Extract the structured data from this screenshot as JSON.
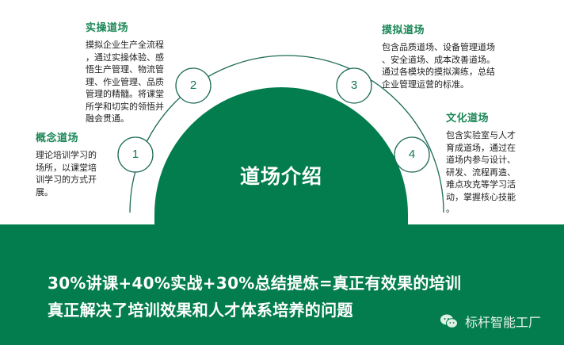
{
  "diagram": {
    "center_title": "道场介绍",
    "nodes": [
      {
        "num": "1",
        "title": "概念道场",
        "body": "理论培训学习的\n场所，以课堂培\n训学习的方式开\n展。"
      },
      {
        "num": "2",
        "title": "实操道场",
        "body": "摸拟企业生产全流程\n，通过实操体验、感\n悟生产管理、物流管\n理、作业管理、品质\n管理的精髓。将课堂\n所学和切实的领悟并\n融会贯通。"
      },
      {
        "num": "3",
        "title": "摸拟道场",
        "body": "包含品质道场、设备管理道场\n、安全道场、成本改善道场。\n通过各模块的摸拟演练，总结\n企业管理运营的标准。"
      },
      {
        "num": "4",
        "title": "文化道场",
        "body": "包含实验室与人才\n育成道场，通过在\n道场内参与设计、\n研发、流程再造、\n难点攻克等学习活\n动，掌握核心技能\n。"
      }
    ]
  },
  "banner": {
    "line1": "30%讲课+40%实战+30%总结提炼=真正有效果的培训",
    "line2": "真正解决了培训效果和人才体系培养的问题"
  },
  "watermark": {
    "icon": "wechat-icon",
    "text": "标杆智能工厂"
  },
  "colors": {
    "primary_green": "#037d4d",
    "title_green": "#1b8757",
    "node_stroke": "#1e6b57",
    "text_dark": "#222222",
    "white": "#ffffff"
  }
}
